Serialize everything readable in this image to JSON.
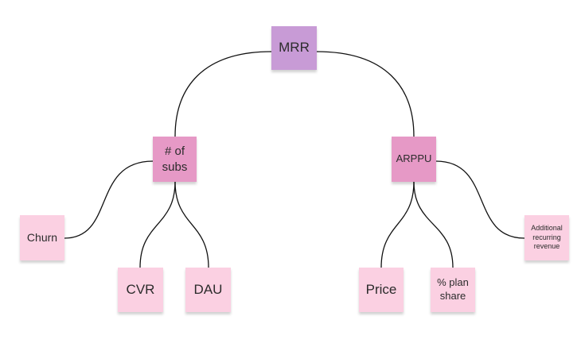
{
  "colors": {
    "level_0": "#c89bd6",
    "level_1": "#e699c6",
    "level_2": "#fbd0e2",
    "connector": "#111111"
  },
  "nodes": [
    {
      "id": "mrr",
      "label": "MRR",
      "level": 0
    },
    {
      "id": "subs",
      "label": "# of\nsubs",
      "level": 1
    },
    {
      "id": "arppu",
      "label": "ARPPU",
      "level": 1
    },
    {
      "id": "churn",
      "label": "Churn",
      "level": 2
    },
    {
      "id": "cvr",
      "label": "CVR",
      "level": 2
    },
    {
      "id": "dau",
      "label": "DAU",
      "level": 2
    },
    {
      "id": "price",
      "label": "Price",
      "level": 2
    },
    {
      "id": "share",
      "label": "% plan\nshare",
      "level": 2
    },
    {
      "id": "addl",
      "label": "Additional\nrecurring\nrevenue",
      "level": 2
    }
  ],
  "edges": [
    {
      "from": "mrr",
      "to": "subs"
    },
    {
      "from": "mrr",
      "to": "arppu"
    },
    {
      "from": "subs",
      "to": "churn"
    },
    {
      "from": "subs",
      "to": "cvr"
    },
    {
      "from": "subs",
      "to": "dau"
    },
    {
      "from": "arppu",
      "to": "price"
    },
    {
      "from": "arppu",
      "to": "share"
    },
    {
      "from": "arppu",
      "to": "addl"
    }
  ]
}
